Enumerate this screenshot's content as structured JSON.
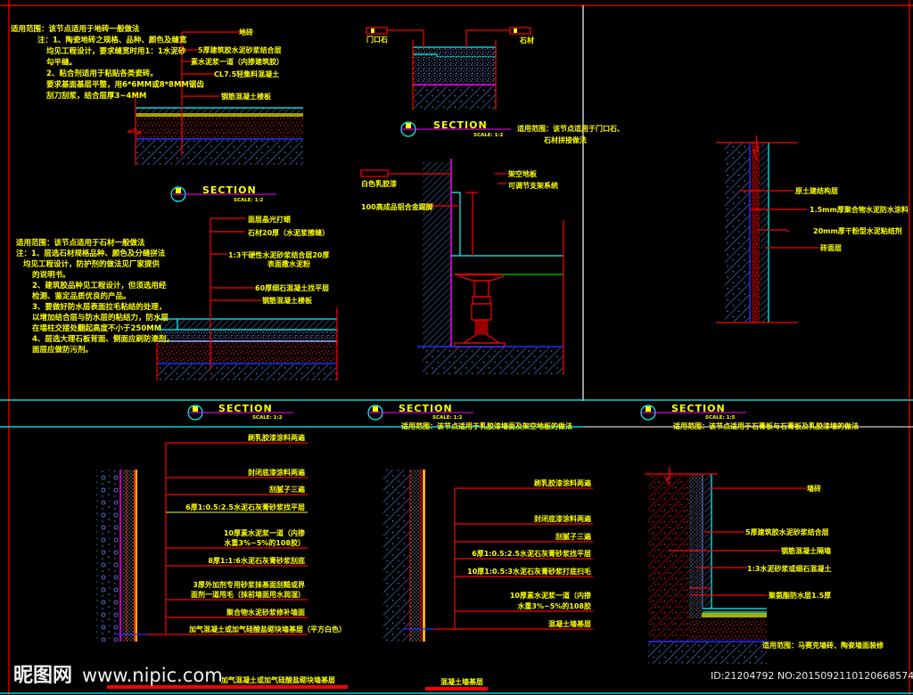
{
  "colors": {
    "background": "#000000",
    "text": "#ffff00",
    "leader": "#ff0000",
    "hatch": "#6a8cff",
    "accent": "#00ffff",
    "magenta": "#ff00ff"
  },
  "section": {
    "title": "SECTION",
    "scale": "SCALE: 1:2",
    "scale_5": "SCALE: 1:5"
  },
  "d1": {
    "notes": [
      "适用范围：该节点适用于地砖一般做法",
      "注：1、陶瓷地砖之规格、品种、颜色及缝宽",
      "均见工程设计，要求缝宽时用1：1水泥砂",
      "勾平缝。",
      "2、粘合剂适用于粘贴各类瓷砖。",
      "要求基面基层平整，用6*6MM或8*8MM锯齿",
      "刮刀刮浆，结合层厚3~4MM"
    ],
    "labels": [
      "地砖",
      "5厚建筑胶水泥砂浆结合层",
      "素水泥浆一道（内掺建筑胶）",
      "CL7.5轻集料混凝土",
      "钢筋混凝土楼板"
    ]
  },
  "d2": {
    "notes": [
      "适用范围：该节点适用于石材一般做法",
      "注：1、层选石材规格品种、颜色及分缝拼法",
      "均见工程设计，防护剂的做法见厂家提供",
      "的说明书。",
      "2、建筑胶品种见工程设计，但须选用经",
      "检测、鉴定品质优良的产品。",
      "3、要做好防水层表面拉毛粘结的处理，",
      "以增加结合层与防水层的粘结力，防水层",
      "在墙柱交接处翻起高度不小于250MM",
      "4、层选大理石板背面、侧面应刷防渗剂，",
      "面层应做防污剂。"
    ],
    "labels": [
      "面层晶光打蜡",
      "石材20厚（水泥浆擦缝）",
      "1:3干硬性水泥砂浆结合层20厚",
      "表面撒水泥粉",
      "60厚细石混凝土找平层",
      "钢筋混凝土楼板"
    ]
  },
  "d3": {
    "labels": [
      "门口石",
      "石材"
    ],
    "caption": [
      "适用范围：该节点适用于门口石、",
      "石材拼接做法"
    ]
  },
  "d4": {
    "labels": [
      "白色乳胶漆",
      "100高成品铝合金踢脚",
      "架空地板",
      "可调节支架系统"
    ],
    "caption": "适用范围：该节点适用于乳胶漆墙面及架空地板的做法"
  },
  "d5": {
    "labels": [
      "原土建结构层",
      "1.5mm厚聚合物水泥防水涂料",
      "20mm厚干粉型水泥粘结剂",
      "砖面层"
    ],
    "caption": "适用范围：该节点适用于石膏板与石膏板及乳胶漆墙的做法"
  },
  "d6": {
    "labels": [
      "刷乳胶漆涂料两遍",
      "封闭底漆涂料两遍",
      "刮腻子三遍",
      "6厚1:0.5:2.5水泥石灰膏砂浆找平层",
      "10厚素水泥浆一道（内掺",
      "水重3%~5%的108胶）",
      "8厚1:1:6水泥石灰膏砂浆刮底",
      "3厚外加剂专用砂浆抹基面刮糙或界",
      "面剂一道甩毛（抹前墙面用水润湿）",
      "聚合物水泥砂浆修补墙面",
      "加气混凝土或加气硅酸盐砌块墙基层（平方白色）"
    ],
    "caption": "加气混凝土或加气硅酸盐砌块墙基层"
  },
  "d7": {
    "labels": [
      "刷乳胶漆涂料两遍",
      "封闭底漆涂料两遍",
      "刮腻子三遍",
      "6厚1:0.5:2.5水泥石灰膏砂浆找平层",
      "10厚1:0.5:3水泥石灰膏砂浆打底扫毛",
      "10厚素水泥浆一道（内掺",
      "水重3%~5%的108胶",
      "混凝土墙基层"
    ],
    "caption": "混凝土墙基层"
  },
  "d8": {
    "labels": [
      "墙砖",
      "5厚建筑胶水泥砂浆结合层",
      "钢筋混凝土隔墙",
      "1:3水泥砂浆或细石混凝土",
      "聚氨酯防水层1.5厚"
    ],
    "caption": "适用范围：马赛克墙砖、陶瓷墙面装修"
  },
  "watermark": {
    "logo": "昵图网",
    "url": "www.nipic.com",
    "id": "ID:21204792 NO:20150921101206685748"
  }
}
